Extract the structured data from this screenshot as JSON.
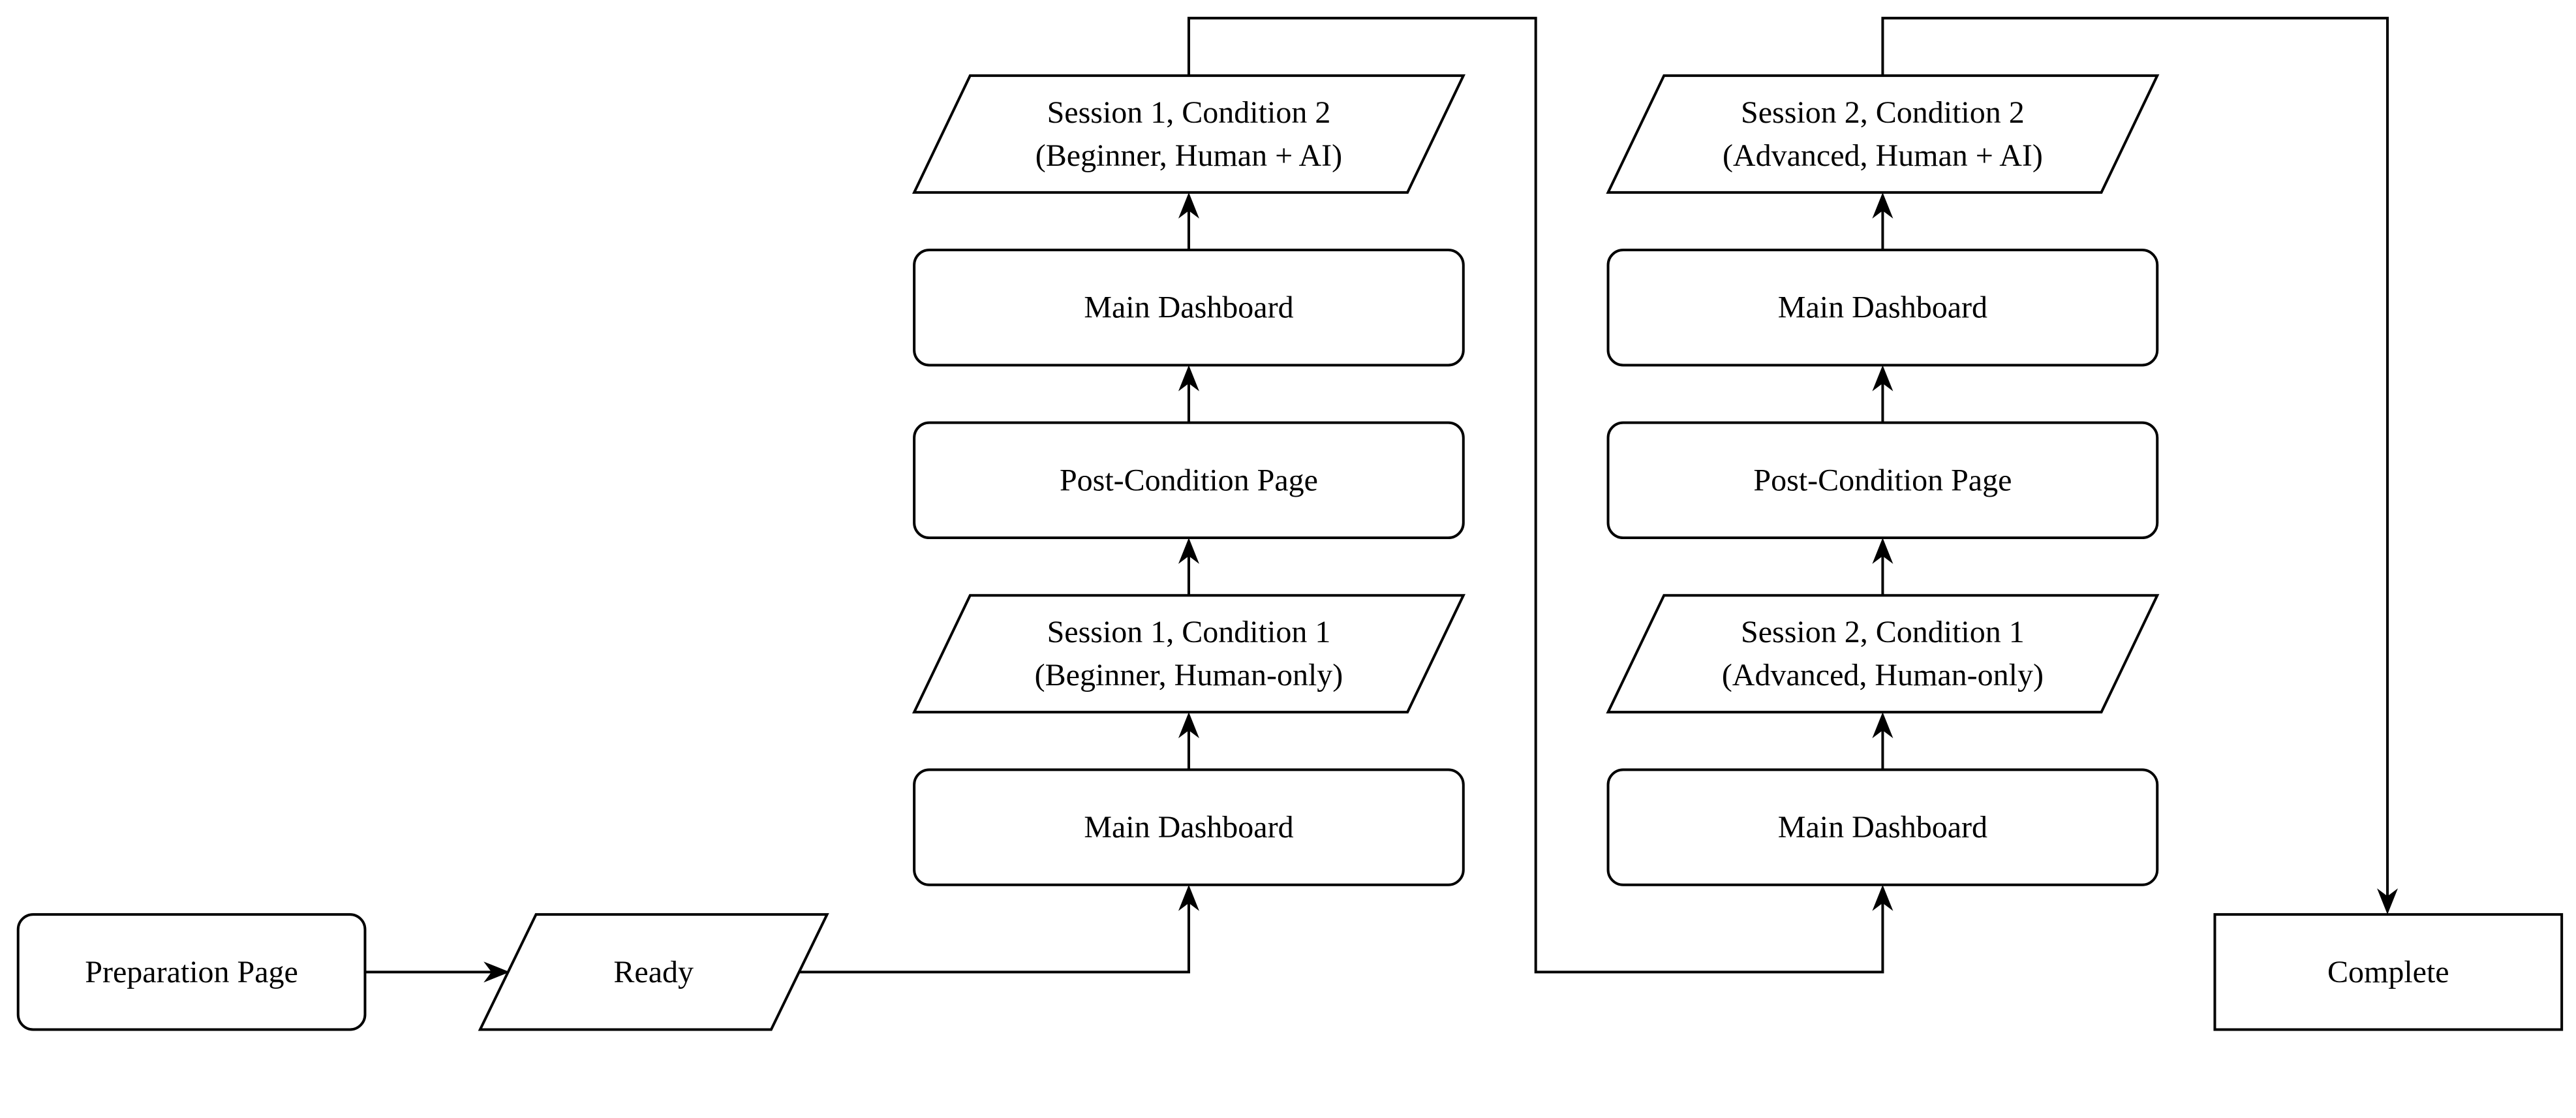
{
  "diagram": {
    "nodes": [
      {
        "id": "prep",
        "shape": "rounded-rect",
        "lines": [
          "Preparation Page"
        ]
      },
      {
        "id": "ready",
        "shape": "parallelogram",
        "lines": [
          "Ready"
        ]
      },
      {
        "id": "s1-main-1",
        "shape": "rounded-rect",
        "lines": [
          "Main Dashboard"
        ]
      },
      {
        "id": "s1-c1",
        "shape": "parallelogram",
        "lines": [
          "Session 1, Condition 1",
          "(Beginner, Human-only)"
        ]
      },
      {
        "id": "s1-post",
        "shape": "rounded-rect",
        "lines": [
          "Post-Condition Page"
        ]
      },
      {
        "id": "s1-main-2",
        "shape": "rounded-rect",
        "lines": [
          "Main Dashboard"
        ]
      },
      {
        "id": "s1-c2",
        "shape": "parallelogram",
        "lines": [
          "Session 1, Condition 2",
          "(Beginner, Human + AI)"
        ]
      },
      {
        "id": "s2-main-1",
        "shape": "rounded-rect",
        "lines": [
          "Main Dashboard"
        ]
      },
      {
        "id": "s2-c1",
        "shape": "parallelogram",
        "lines": [
          "Session 2, Condition 1",
          "(Advanced, Human-only)"
        ]
      },
      {
        "id": "s2-post",
        "shape": "rounded-rect",
        "lines": [
          "Post-Condition Page"
        ]
      },
      {
        "id": "s2-main-2",
        "shape": "rounded-rect",
        "lines": [
          "Main Dashboard"
        ]
      },
      {
        "id": "s2-c2",
        "shape": "parallelogram",
        "lines": [
          "Session 2, Condition 2",
          "(Advanced, Human + AI)"
        ]
      },
      {
        "id": "complete",
        "shape": "rect",
        "lines": [
          "Complete"
        ]
      }
    ],
    "edges": [
      {
        "from": "prep",
        "to": "ready"
      },
      {
        "from": "ready",
        "to": "s1-main-1"
      },
      {
        "from": "s1-main-1",
        "to": "s1-c1"
      },
      {
        "from": "s1-c1",
        "to": "s1-post"
      },
      {
        "from": "s1-post",
        "to": "s1-main-2"
      },
      {
        "from": "s1-main-2",
        "to": "s1-c2"
      },
      {
        "from": "s1-c2",
        "to": "s2-main-1"
      },
      {
        "from": "s2-main-1",
        "to": "s2-c1"
      },
      {
        "from": "s2-c1",
        "to": "s2-post"
      },
      {
        "from": "s2-post",
        "to": "s2-main-2"
      },
      {
        "from": "s2-main-2",
        "to": "s2-c2"
      },
      {
        "from": "s2-c2",
        "to": "complete"
      }
    ]
  }
}
